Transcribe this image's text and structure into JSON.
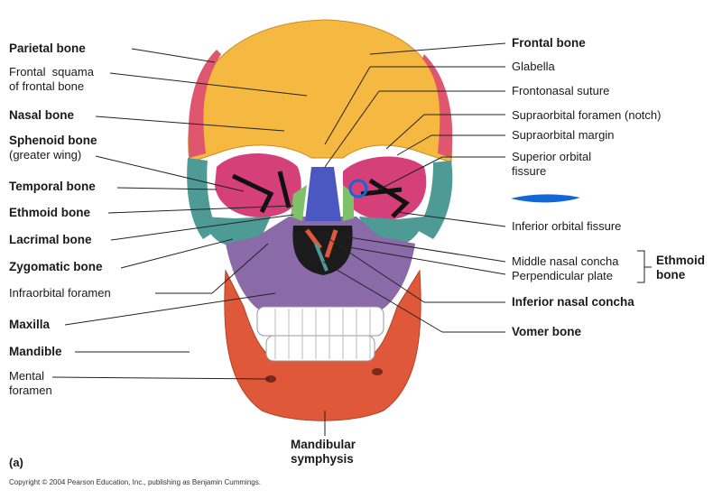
{
  "figure": {
    "panel_label": "(a)",
    "copyright": "Copyright © 2004 Pearson Education, Inc., publishing as Benjamin Cummings."
  },
  "labels_left": [
    {
      "id": "parietal",
      "text": "Parietal bone",
      "bold": true
    },
    {
      "id": "frontal-squama",
      "text": "Frontal  squama\nof frontal bone",
      "bold": false
    },
    {
      "id": "nasal",
      "text": "Nasal bone",
      "bold": true
    },
    {
      "id": "sphenoid",
      "text": "Sphenoid bone",
      "bold": true
    },
    {
      "id": "sphenoid-sub",
      "text": "(greater wing)",
      "bold": false
    },
    {
      "id": "temporal",
      "text": "Temporal bone",
      "bold": true
    },
    {
      "id": "ethmoid",
      "text": "Ethmoid bone",
      "bold": true
    },
    {
      "id": "lacrimal",
      "text": "Lacrimal bone",
      "bold": true
    },
    {
      "id": "zygomatic",
      "text": "Zygomatic bone",
      "bold": true
    },
    {
      "id": "infraorbital",
      "text": "Infraorbital foramen",
      "bold": false
    },
    {
      "id": "maxilla",
      "text": "Maxilla",
      "bold": true
    },
    {
      "id": "mandible",
      "text": "Mandible",
      "bold": true
    },
    {
      "id": "mental",
      "text": "Mental\nforamen",
      "bold": false
    }
  ],
  "labels_right": [
    {
      "id": "frontal",
      "text": "Frontal bone",
      "bold": true
    },
    {
      "id": "glabella",
      "text": "Glabella",
      "bold": false
    },
    {
      "id": "frontonasal",
      "text": "Frontonasal suture",
      "bold": false
    },
    {
      "id": "supraorbital-foramen",
      "text": "Supraorbital foramen (notch)",
      "bold": false
    },
    {
      "id": "supraorbital-margin",
      "text": "Supraorbital margin",
      "bold": false
    },
    {
      "id": "superior-orbital",
      "text": "Superior orbital\nfissure",
      "bold": false
    },
    {
      "id": "inferior-orbital",
      "text": "Inferior orbital fissure",
      "bold": false
    },
    {
      "id": "middle-concha",
      "text": "Middle nasal concha",
      "bold": false
    },
    {
      "id": "perpendicular",
      "text": "Perpendicular plate",
      "bold": false
    },
    {
      "id": "ethmoid-group",
      "text": "Ethmoid\nbone",
      "bold": true
    },
    {
      "id": "inferior-concha",
      "text": "Inferior nasal concha",
      "bold": true
    },
    {
      "id": "vomer",
      "text": "Vomer bone",
      "bold": true
    }
  ],
  "labels_bottom": [
    {
      "id": "symphysis",
      "text": "Mandibular\nsymphysis",
      "bold": true
    }
  ],
  "colors": {
    "frontal": "#f5b841",
    "parietal": "#e0566f",
    "temporal": "#4e9a95",
    "sphenoid": "#d5407a",
    "maxilla": "#8a6aa8",
    "mandible": "#e0583a",
    "nasal": "#4b58c2",
    "ethmoid": "#7fc06a",
    "teeth": "#ffffff",
    "highlight": "#1366d6"
  }
}
